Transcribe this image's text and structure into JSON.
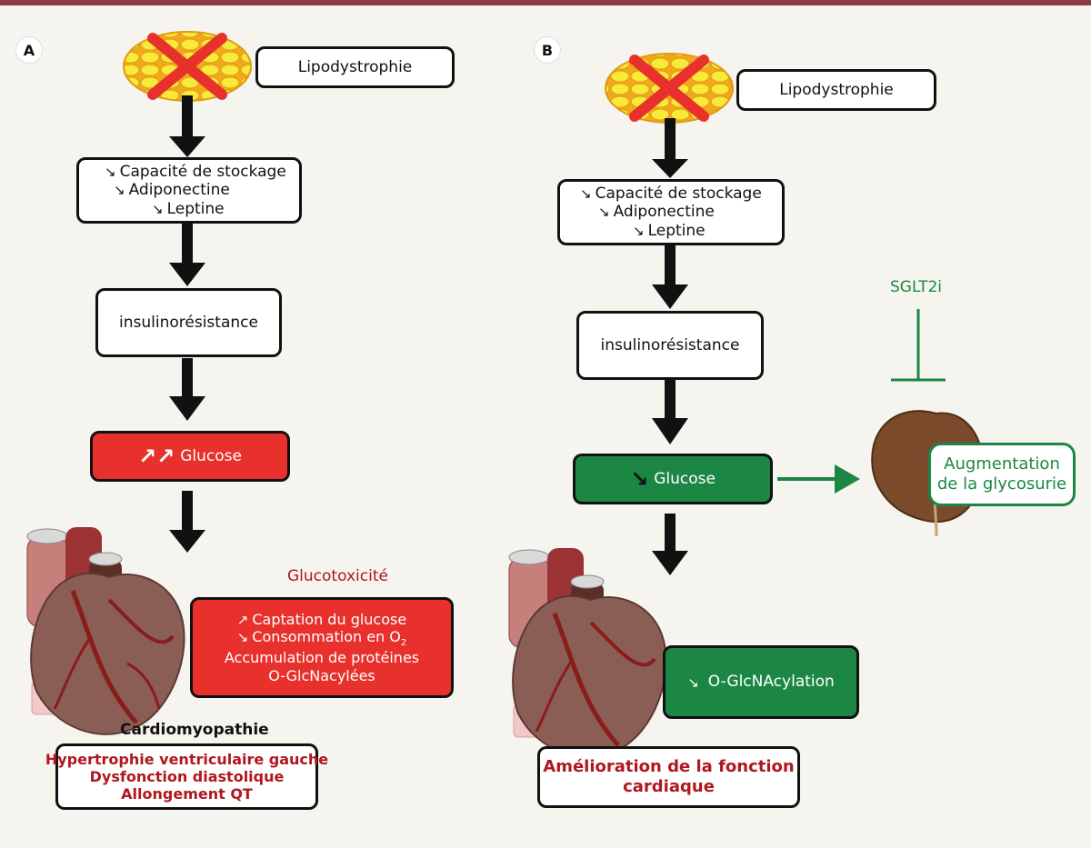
{
  "panel_a": {
    "letter": "A",
    "lipodystrophie": "Lipodystrophie",
    "storage_lines": [
      {
        "arrow": "↘",
        "text": "Capacité de stockage"
      },
      {
        "arrow": "↘",
        "text": "Adiponectine"
      },
      {
        "arrow": "↘",
        "text": "Leptine"
      }
    ],
    "insulinoresistance": "insulinorésistance",
    "glucose": {
      "arrow": "↗↗",
      "text": "Glucose"
    },
    "glucotoxicite": "Glucotoxicité",
    "effects": [
      {
        "arrow": "↗",
        "text": "Captation du glucose"
      },
      {
        "arrow": "↘",
        "text": "Consommation en O",
        "sub": "2"
      },
      {
        "arrow": "",
        "text": "Accumulation de protéines"
      },
      {
        "arrow": "",
        "text": "O-GlcNacylées"
      }
    ],
    "cardiomyopathie": "Cardiomyopathie",
    "outcomes": [
      "Hypertrophie ventriculaire gauche",
      "Dysfonction diastolique",
      "Allongement QT"
    ]
  },
  "panel_b": {
    "letter": "B",
    "lipodystrophie": "Lipodystrophie",
    "storage_lines": [
      {
        "arrow": "↘",
        "text": "Capacité de stockage"
      },
      {
        "arrow": "↘",
        "text": "Adiponectine"
      },
      {
        "arrow": "↘",
        "text": "Leptine"
      }
    ],
    "insulinoresistance": "insulinorésistance",
    "glucose": {
      "arrow": "↘",
      "text": "Glucose"
    },
    "sglt2i": "SGLT2i",
    "glycosurie": [
      "Augmentation",
      "de la glycosurie"
    ],
    "oglcnac": {
      "arrow": "↘",
      "text": "O-GlcNAcylation"
    },
    "outcome": [
      "Amélioration de la fonction",
      "cardiaque"
    ]
  },
  "colors": {
    "red": "#e8312c",
    "green": "#1c8745",
    "dark_red": "#b0171e",
    "border": "#8e3a3f"
  }
}
